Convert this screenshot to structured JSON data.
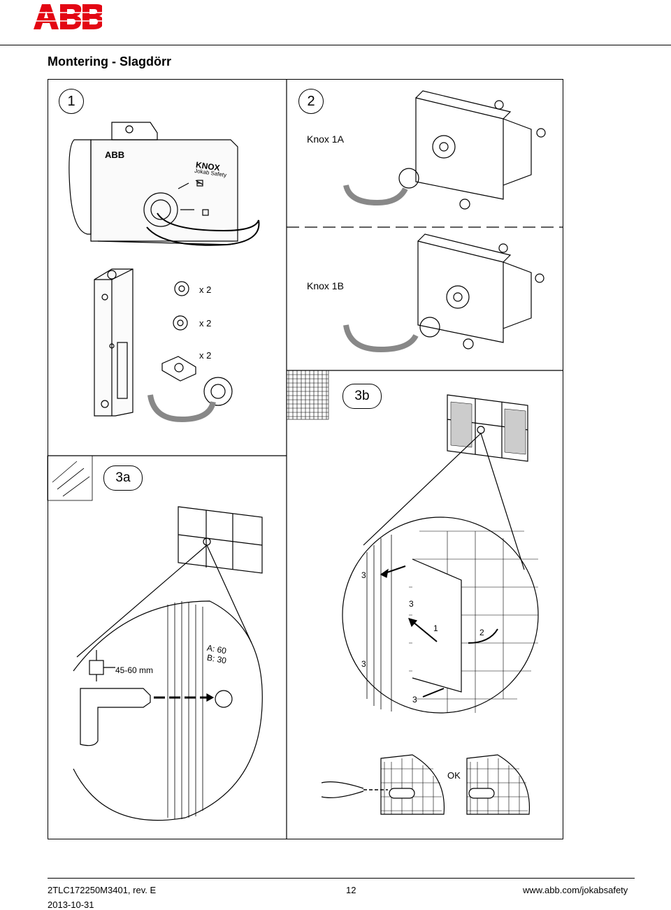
{
  "brand": {
    "logo_text": "ABB",
    "color": "#e30613"
  },
  "page_title": "Montering - Slagdörr",
  "steps": {
    "step1": "1",
    "step2": "2",
    "step3a": "3a",
    "step3b": "3b"
  },
  "device_labels": {
    "knox_1a": "Knox 1A",
    "knox_1b": "Knox 1B",
    "device_logo": "ABB",
    "device_name": "KNOX",
    "device_sub": "Jokab Safety"
  },
  "parts": {
    "qty1": "x 2",
    "qty2": "x 2",
    "qty3": "x 2"
  },
  "step3a": {
    "depth": "45-60 mm",
    "dim_a": "A: 60",
    "dim_b": "B: 30"
  },
  "step3b": {
    "n1": "3",
    "n2": "3",
    "n3": "1",
    "n4": "2",
    "n5": "3",
    "n6": "3",
    "ok": "OK"
  },
  "footer": {
    "doc_id": "2TLC172250M3401, rev. E",
    "date": "2013-10-31",
    "page": "12",
    "url": "www.abb.com/jokabsafety"
  }
}
